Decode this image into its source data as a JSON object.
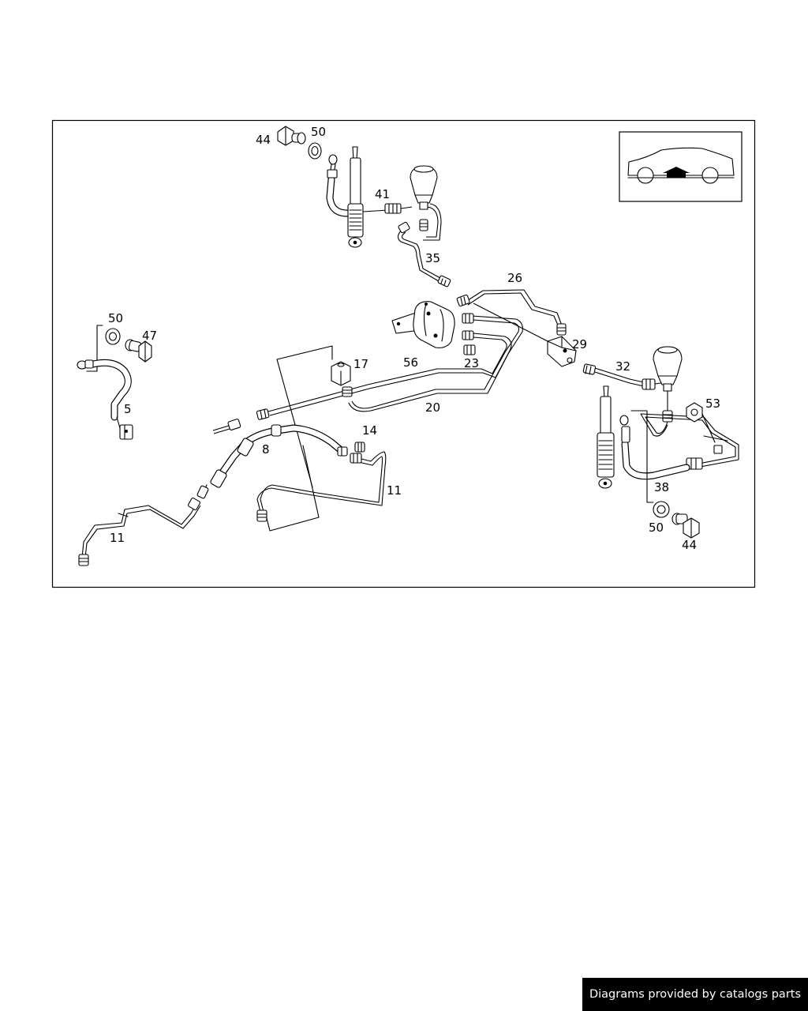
{
  "diagram": {
    "labels": {
      "l44a": "44",
      "l50a": "50",
      "l41": "41",
      "l35": "35",
      "l26": "26",
      "l29": "29",
      "l32": "32",
      "l50b": "50",
      "l47": "47",
      "l17": "17",
      "l56": "56",
      "l23": "23",
      "l20": "20",
      "l5": "5",
      "l14": "14",
      "l8": "8",
      "l11a": "11",
      "l11b": "11",
      "l53": "53",
      "l38": "38",
      "l50c": "50",
      "l44b": "44"
    }
  },
  "footer": {
    "credit": "Diagrams provided by catalogs parts"
  }
}
